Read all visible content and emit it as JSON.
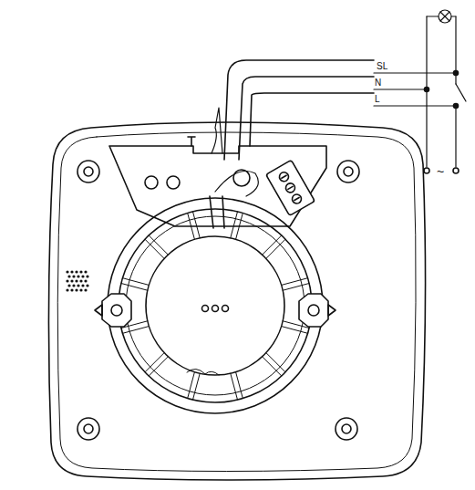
{
  "diagram": {
    "labels": [
      "SL",
      "N",
      "L",
      "~"
    ]
  }
}
